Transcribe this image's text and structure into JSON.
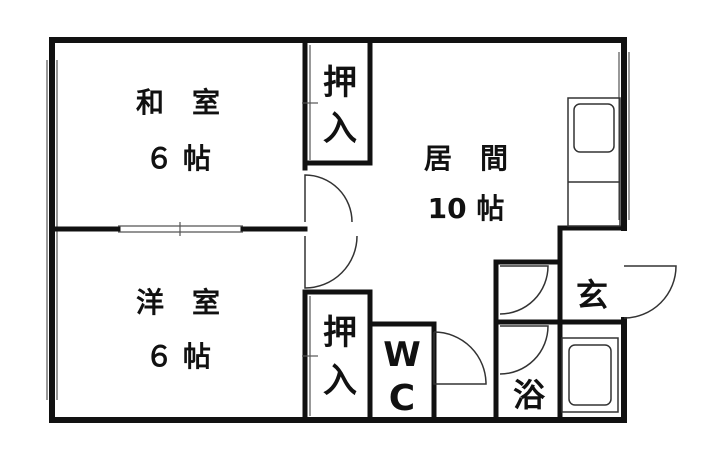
{
  "rooms": {
    "washitsu": {
      "name": "和　室",
      "size": "６ 帖"
    },
    "youshitsu": {
      "name": "洋　室",
      "size": "６ 帖"
    },
    "ima": {
      "name": "居　間",
      "size": "10 帖"
    }
  },
  "closet_upper": {
    "label_1": "押",
    "label_2": "入"
  },
  "closet_lower": {
    "label_1": "押",
    "label_2": "入"
  },
  "wc": {
    "label_1": "W",
    "label_2": "C"
  },
  "entrance": {
    "label": "玄"
  },
  "bath": {
    "label": "浴"
  },
  "colors": {
    "wall": "#111111",
    "background": "#ffffff",
    "thin_line": "#555555"
  }
}
